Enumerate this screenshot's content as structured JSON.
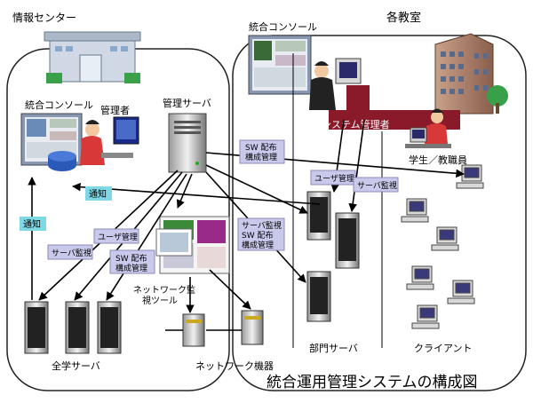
{
  "diagram": {
    "title": "統合運用管理システムの構成図",
    "regions": {
      "left": "情報センター",
      "right": "各教室"
    },
    "labels": {
      "console_left": "統合コンソール",
      "admin": "管理者",
      "mgmt_server": "管理サーバ",
      "console_right": "統合コンソール",
      "dept_admin": "部門システム管理者",
      "student_staff": "学生／教職員",
      "nw_tool": "ネットワーク監視ツール",
      "nw_devices": "ネットワーク機器",
      "all_servers": "全学サーバ",
      "dept_servers": "部門サーバ",
      "clients": "クライアント"
    },
    "boxes": {
      "notify_a": "通知",
      "notify_b": "通知",
      "user_mgmt_left": "ユーザ管理",
      "server_mon_left": "サーバ監視",
      "sw_dist_left": "SW 配布\n構成管理",
      "sw_dist_top": "SW 配布\n構成管理",
      "server_sw_mid": "サーバ監視\nSW 配布\n構成管理",
      "user_mgmt_right": "ユーザ管理",
      "server_mon_right": "サーバ監視"
    },
    "colors": {
      "label_box": "#c9c9ec",
      "label_box_border": "#8a8ab8",
      "notify_box": "#7fd8e6",
      "arrow": "#000000",
      "region_border": "#222222"
    }
  }
}
